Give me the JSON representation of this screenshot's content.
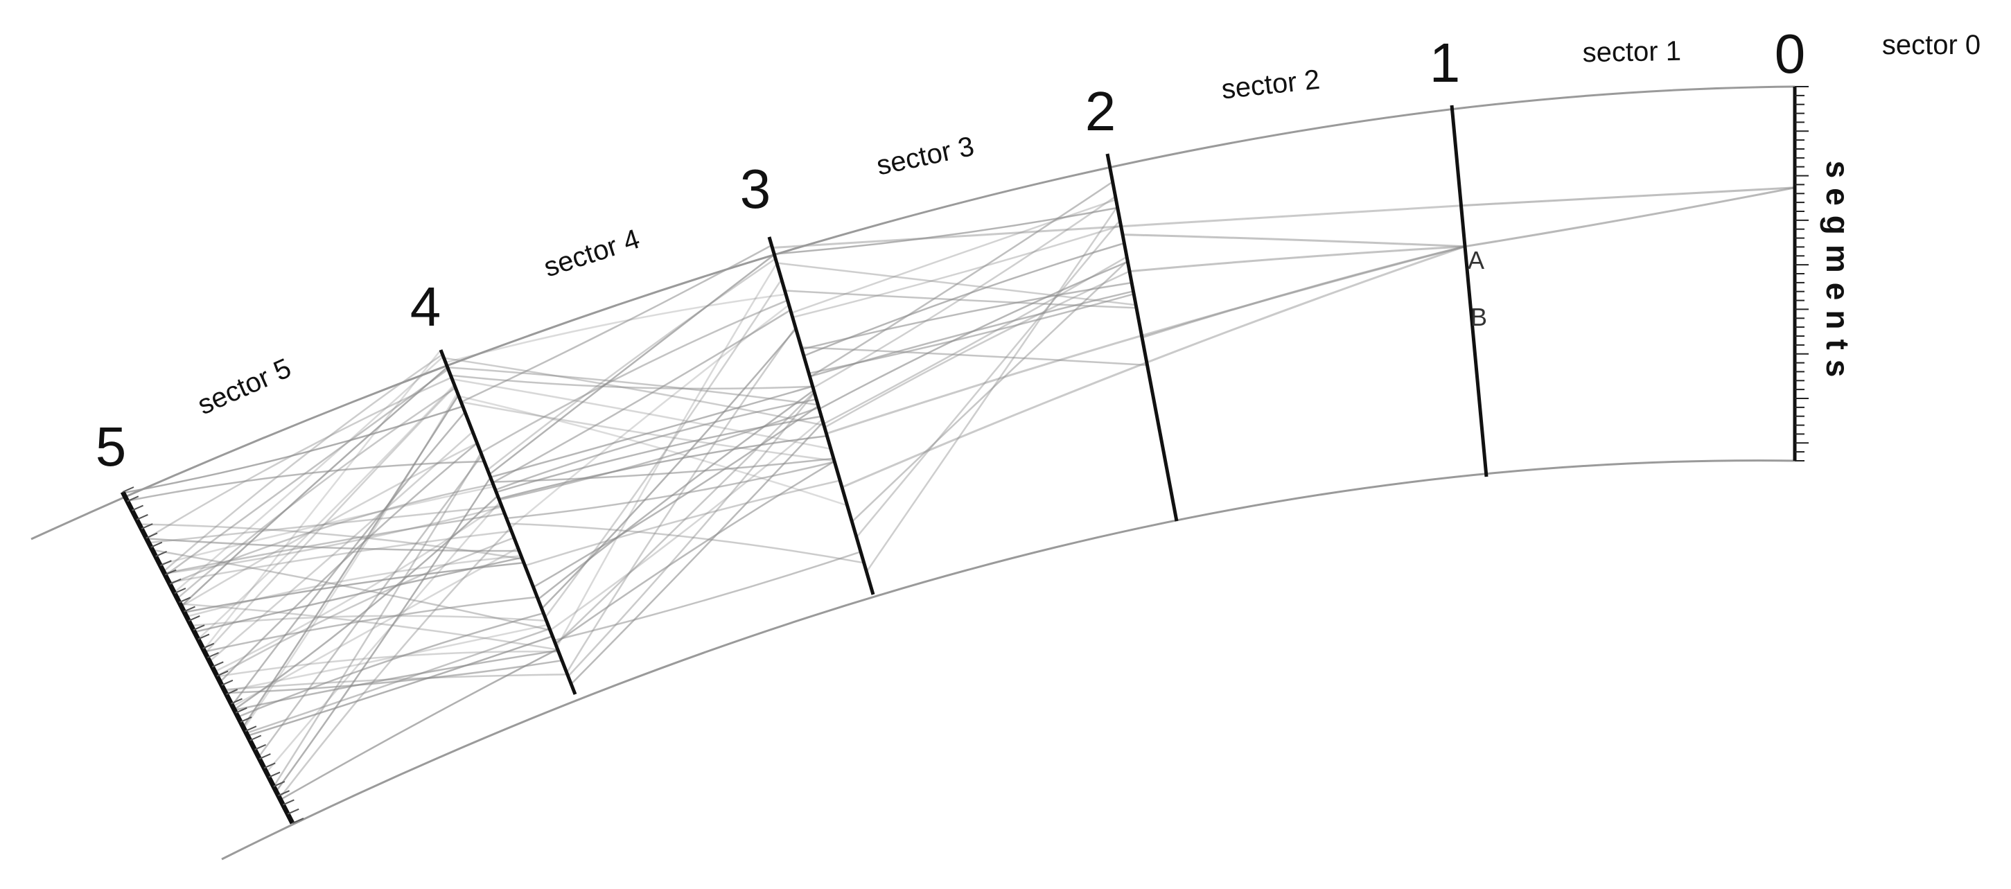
{
  "boundaries": [
    {
      "id": "0",
      "label": "0"
    },
    {
      "id": "1",
      "label": "1"
    },
    {
      "id": "2",
      "label": "2"
    },
    {
      "id": "3",
      "label": "3"
    },
    {
      "id": "4",
      "label": "4"
    },
    {
      "id": "5",
      "label": "5"
    }
  ],
  "sectors": [
    {
      "id": "0",
      "label": "sector 0"
    },
    {
      "id": "1",
      "label": "sector 1"
    },
    {
      "id": "2",
      "label": "sector 2"
    },
    {
      "id": "3",
      "label": "sector 3"
    },
    {
      "id": "4",
      "label": "sector 4"
    },
    {
      "id": "5",
      "label": "sector 5"
    }
  ],
  "points": [
    {
      "id": "A",
      "label": "A"
    },
    {
      "id": "B",
      "label": "B"
    }
  ],
  "axis_label": "segments",
  "colors": {
    "boundary_line": "#111111",
    "band_edge": "#9a9a9a",
    "path_line": "#8a8a8a"
  }
}
